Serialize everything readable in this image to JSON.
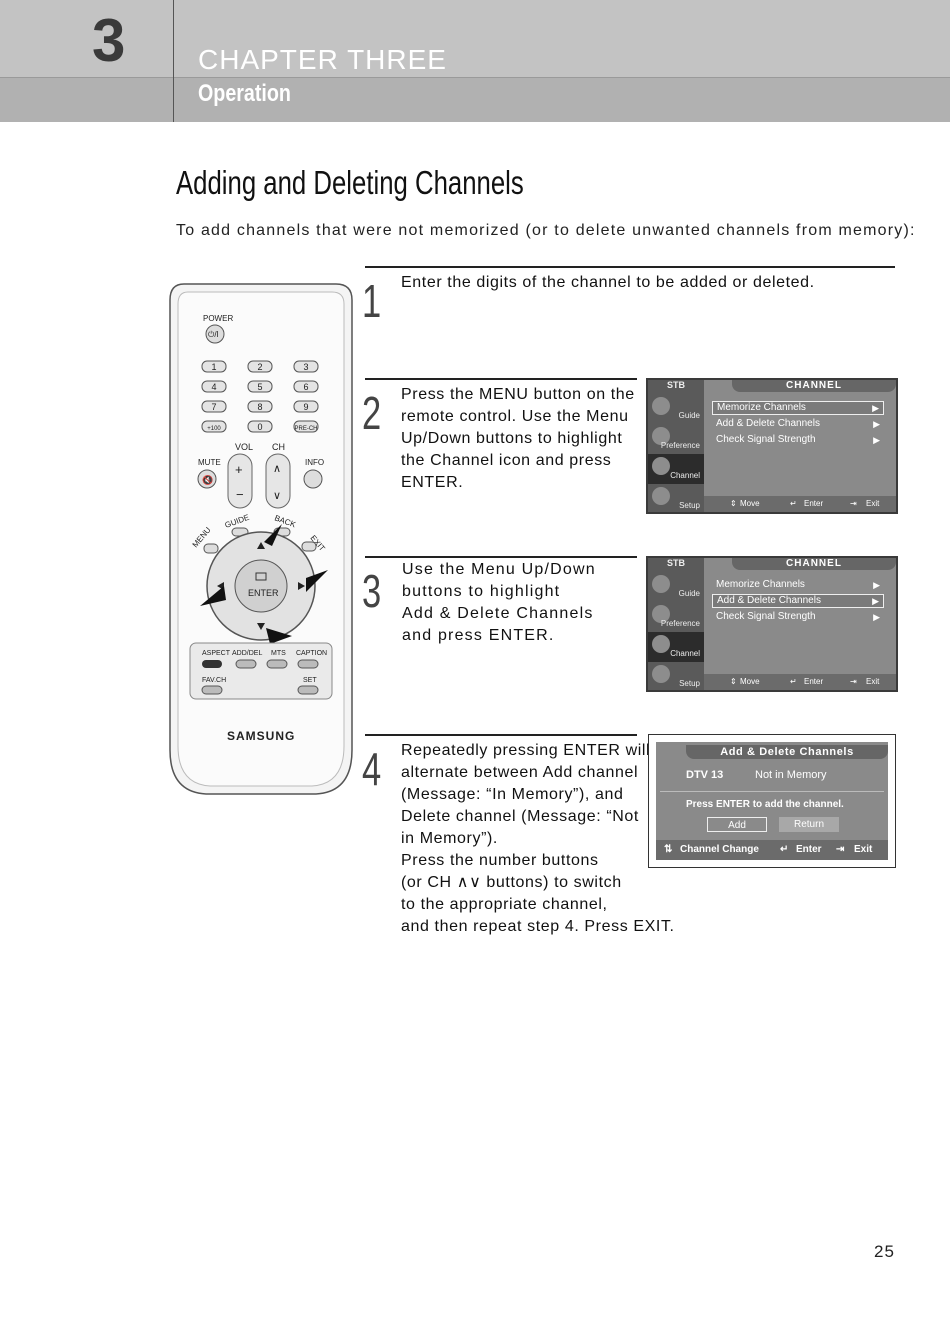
{
  "header": {
    "chapter_number": "3",
    "chapter_title": "CHAPTER THREE",
    "section": "Operation"
  },
  "page": {
    "title": "Adding and Deleting Channels",
    "intro": "To add channels that were not memorized (or to delete unwanted channels from memory):",
    "page_number": "25"
  },
  "steps": [
    {
      "number": "1",
      "lines": [
        "Enter the digits of the channel to be added or deleted."
      ]
    },
    {
      "number": "2",
      "lines": [
        "Press the MENU button on the",
        "remote control. Use the Menu",
        "Up/Down buttons to highlight",
        "the Channel icon and press",
        "ENTER."
      ]
    },
    {
      "number": "3",
      "lines": [
        "Use the Menu Up/Down",
        "buttons to highlight",
        "Add & Delete Channels",
        "and press ENTER."
      ]
    },
    {
      "number": "4",
      "lines": [
        "Repeatedly pressing ENTER will",
        "alternate between  Add channel",
        "(Message: “In Memory”), and",
        "Delete channel (Message: “Not",
        "in Memory”).",
        "Press the number buttons",
        "(or CH ∧∨ buttons) to switch",
        "to the appropriate channel,",
        "and then repeat step 4. Press EXIT."
      ]
    }
  ],
  "channel_menu": {
    "source": "STB",
    "title": "CHANNEL",
    "sidebar": [
      "Guide",
      "Preference",
      "Channel",
      "Setup"
    ],
    "items": [
      "Memorize Channels",
      "Add & Delete Channels",
      "Check Signal Strength"
    ],
    "arrow": "▶",
    "footer": {
      "move": "Move",
      "enter": "Enter",
      "exit": "Exit"
    }
  },
  "add_delete_screen": {
    "title": "Add & Delete Channels",
    "channel": "DTV  13",
    "status": "Not in Memory",
    "message": "Press ENTER to add the channel.",
    "add_button": "Add",
    "return_button": "Return",
    "footer": {
      "channel_change": "Channel Change",
      "enter": "Enter",
      "exit": "Exit"
    }
  },
  "remote": {
    "brand": "SAMSUNG",
    "power": "POWER",
    "digits": [
      "1",
      "2",
      "3",
      "4",
      "5",
      "6",
      "7",
      "8",
      "9",
      "+100",
      "0",
      "PRE-CH"
    ],
    "vol": "VOL",
    "ch": "CH",
    "mute": "MUTE",
    "info": "INFO",
    "guide": "GUIDE",
    "back": "BACK",
    "menu": "MENU",
    "exit": "EXIT",
    "enter": "ENTER",
    "aspect": "ASPECT",
    "add_del": "ADD/DEL",
    "mts": "MTS",
    "caption": "CAPTION",
    "fav_ch": "FAV.CH",
    "set": "SET"
  }
}
